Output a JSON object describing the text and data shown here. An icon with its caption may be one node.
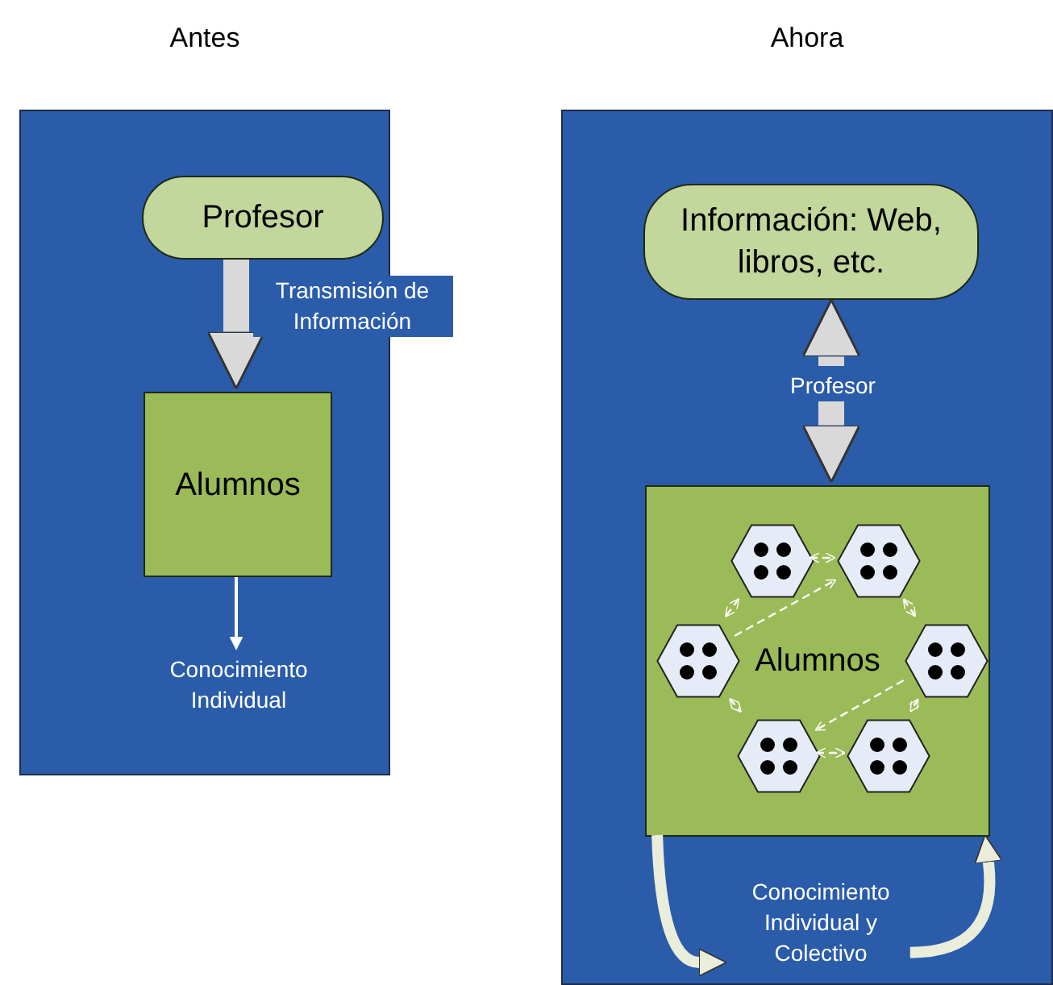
{
  "diagram": {
    "nodes": [
      {
        "text": [
          "Antes"
        ]
      },
      {
        "text": [
          "Profesor"
        ],
        "in": 0
      },
      {
        "text": [
          "Alumnos"
        ],
        "in": 0
      },
      {
        "text": [
          "Conocimiento Individual"
        ],
        "in": 0
      },
      {
        "text": [
          "Ahora"
        ]
      },
      {
        "text": [
          "Información: Web, libros, etc."
        ],
        "in": 4
      },
      {
        "text": [
          "Profesor"
        ],
        "in": 4
      },
      {
        "text": [
          "Alumnos"
        ],
        "in": 4
      },
      {
        "text": [],
        "shape": "hexagon",
        "in": 7
      },
      {
        "text": [],
        "shape": "hexagon",
        "in": 7
      },
      {
        "text": [],
        "shape": "hexagon",
        "in": 7
      },
      {
        "text": [],
        "shape": "hexagon",
        "in": 7
      },
      {
        "text": [],
        "shape": "hexagon",
        "in": 7
      },
      {
        "text": [],
        "shape": "hexagon",
        "in": 7
      },
      {
        "text": [
          "Conocimiento Individual y Colectivo"
        ],
        "in": 4
      }
    ],
    "edges": [
      {
        "from": 1,
        "to": 2,
        "arrow": "to",
        "label": "Transmisión de Información",
        "style": "thick"
      },
      {
        "from": 2,
        "to": 3,
        "arrow": "to"
      },
      {
        "from": 6,
        "to": 5,
        "arrow": "to",
        "style": "thick"
      },
      {
        "from": 6,
        "to": 7,
        "arrow": "to",
        "style": "thick"
      },
      {
        "from": 7,
        "to": 14,
        "arrow": "to",
        "style": "thick"
      },
      {
        "from": 14,
        "to": 7,
        "arrow": "to",
        "style": "thick"
      },
      {
        "from": 8,
        "to": 9,
        "arrow": "both",
        "style": "dashed"
      },
      {
        "from": 9,
        "to": 11,
        "arrow": "both",
        "style": "dashed"
      },
      {
        "from": 11,
        "to": 13,
        "arrow": "both",
        "style": "dashed"
      },
      {
        "from": 12,
        "to": 13,
        "arrow": "both",
        "style": "dashed"
      },
      {
        "from": 10,
        "to": 12,
        "arrow": "both",
        "style": "dashed"
      },
      {
        "from": 8,
        "to": 10,
        "arrow": "both",
        "style": "dashed"
      },
      {
        "from": 10,
        "to": 9,
        "arrow": "to",
        "style": "dashed"
      },
      {
        "from": 11,
        "to": 12,
        "arrow": "to",
        "style": "dashed"
      }
    ]
  }
}
